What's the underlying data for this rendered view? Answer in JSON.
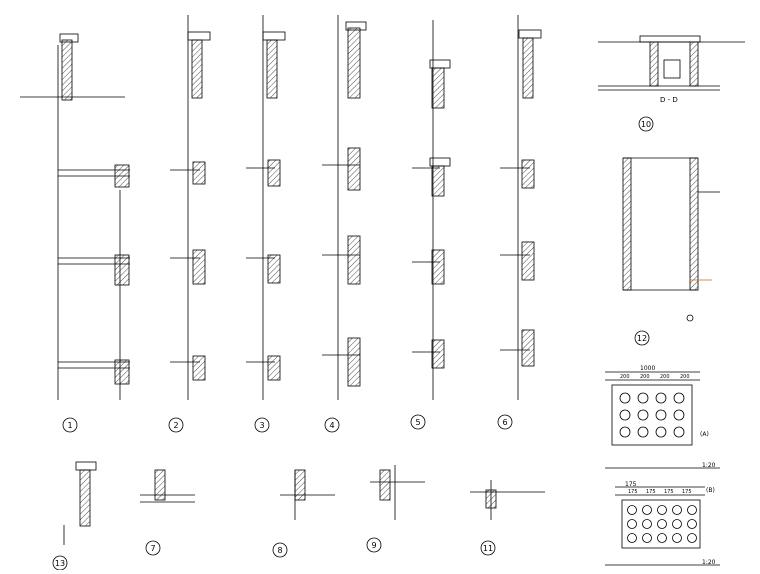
{
  "colors": {
    "ink": "#000000",
    "paper": "#ffffff",
    "accent_orange": "#c46a1a",
    "hatch": "#222222"
  },
  "detail_numbers": {
    "d1": "1",
    "d2": "2",
    "d3": "3",
    "d4": "4",
    "d5": "5",
    "d6": "6",
    "d7": "7",
    "d8": "8",
    "d9": "9",
    "d10": "10",
    "d11": "11",
    "d12": "12",
    "d13": "13"
  },
  "labels": {
    "section_dd": "D - D",
    "scale_1": "1:20",
    "scale_2": "1:20",
    "tag_a": "(A)",
    "tag_b": "(B)",
    "dim_1000": "1000",
    "dim_175": "175"
  },
  "plate_dims_top": [
    "200",
    "200",
    "200",
    "200"
  ],
  "plate_dims_bottom": [
    "175",
    "175",
    "175",
    "175"
  ]
}
